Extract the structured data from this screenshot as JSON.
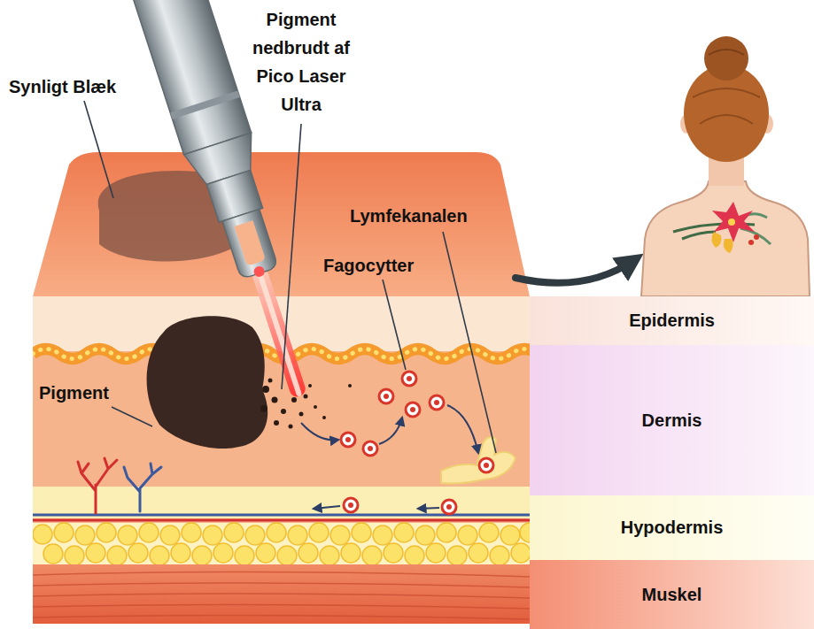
{
  "diagram": {
    "nodes": [
      {
        "text": [
          "Epidermis"
        ]
      },
      {
        "text": [
          "Dermis"
        ]
      },
      {
        "text": [
          "Hypodermis"
        ]
      },
      {
        "text": [
          "Muskel"
        ]
      }
    ],
    "labels": [
      "Pigment nedbrudt af Pico Laser Ultra",
      "Synligt Blæk",
      "Lymfekanalen",
      "Fagocytter",
      "Pigment"
    ]
  }
}
